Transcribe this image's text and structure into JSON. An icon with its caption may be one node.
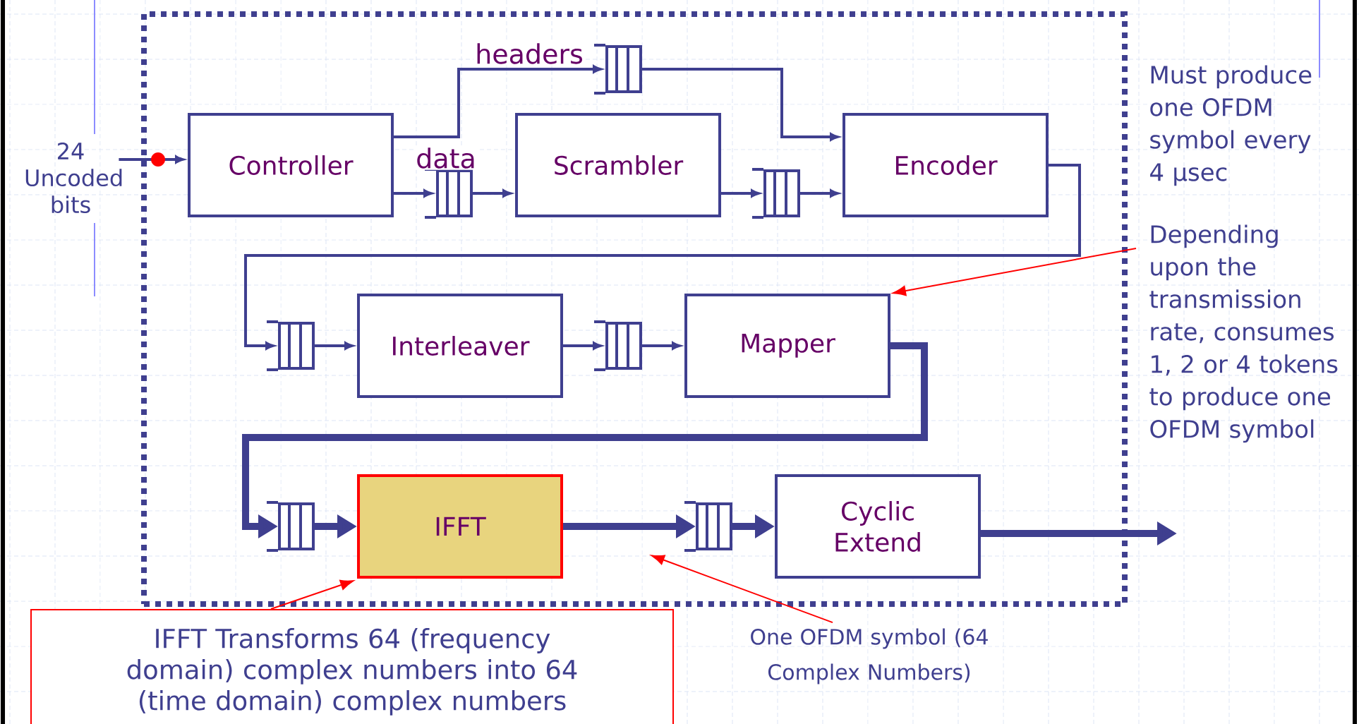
{
  "diagram": {
    "nodes": [
      {
        "text": [],
        "shape": "box"
      },
      {
        "text": [
          "Controller"
        ],
        "in": 0
      },
      {
        "text": [],
        "shape": "queue",
        "in": 0
      },
      {
        "text": [],
        "shape": "queue",
        "in": 0
      },
      {
        "text": [
          "Scrambler"
        ],
        "in": 0
      },
      {
        "text": [],
        "shape": "queue",
        "in": 0
      },
      {
        "text": [
          "Encoder"
        ],
        "in": 0
      },
      {
        "text": [],
        "shape": "queue",
        "in": 0
      },
      {
        "text": [
          "Interleaver"
        ],
        "in": 0
      },
      {
        "text": [],
        "shape": "queue",
        "in": 0
      },
      {
        "text": [
          "Mapper"
        ],
        "in": 0
      },
      {
        "text": [],
        "shape": "queue",
        "in": 0
      },
      {
        "text": [
          "IFFT"
        ],
        "in": 0
      },
      {
        "text": [],
        "shape": "queue",
        "in": 0
      },
      {
        "text": [
          "Cyclic Extend"
        ],
        "in": 0
      },
      {
        "text": [
          "24 Uncoded bits"
        ]
      },
      {
        "text": [
          "Depending upon the transmission rate, consumes 1, 2 or 4 tokens to produce one OFDM symbol"
        ]
      },
      {
        "text": [
          "IFFT Transforms 64 (frequency domain) complex numbers into 64 (time domain) complex numbers"
        ]
      },
      {
        "text": [
          "One OFDM symbol (64 Complex Numbers)"
        ]
      }
    ],
    "edges": [
      {
        "from": 15,
        "to": 1,
        "arrow": "to"
      },
      {
        "from": 1,
        "to": 2,
        "arrow": "to",
        "label": "headers"
      },
      {
        "from": 2,
        "to": 6,
        "arrow": "to"
      },
      {
        "from": 1,
        "to": 3,
        "arrow": "to",
        "label": "data"
      },
      {
        "from": 3,
        "to": 4,
        "arrow": "to"
      },
      {
        "from": 4,
        "to": 5,
        "arrow": "to"
      },
      {
        "from": 5,
        "to": 6,
        "arrow": "to"
      },
      {
        "from": 6,
        "to": 7,
        "arrow": "to"
      },
      {
        "from": 7,
        "to": 8,
        "arrow": "to"
      },
      {
        "from": 8,
        "to": 9,
        "arrow": "to"
      },
      {
        "from": 9,
        "to": 10,
        "arrow": "to"
      },
      {
        "from": 10,
        "to": 11,
        "arrow": "to",
        "style": "thick"
      },
      {
        "from": 11,
        "to": 12,
        "arrow": "to",
        "style": "thick"
      },
      {
        "from": 12,
        "to": 13,
        "arrow": "to",
        "style": "thick"
      },
      {
        "from": 13,
        "to": 14,
        "arrow": "to",
        "style": "thick"
      },
      {
        "from": 14,
        "to": null,
        "arrow": "to",
        "style": "thick"
      },
      {
        "from": 16,
        "to": 10,
        "arrow": "to",
        "color": "#ff0000"
      },
      {
        "from": 17,
        "to": 12,
        "arrow": "to",
        "color": "#ff0000"
      },
      {
        "from": 18,
        "to": null,
        "arrow": "to",
        "color": "#ff0000"
      }
    ],
    "labels": [
      "Must produce one OFDM symbol every 4 μsec"
    ]
  }
}
